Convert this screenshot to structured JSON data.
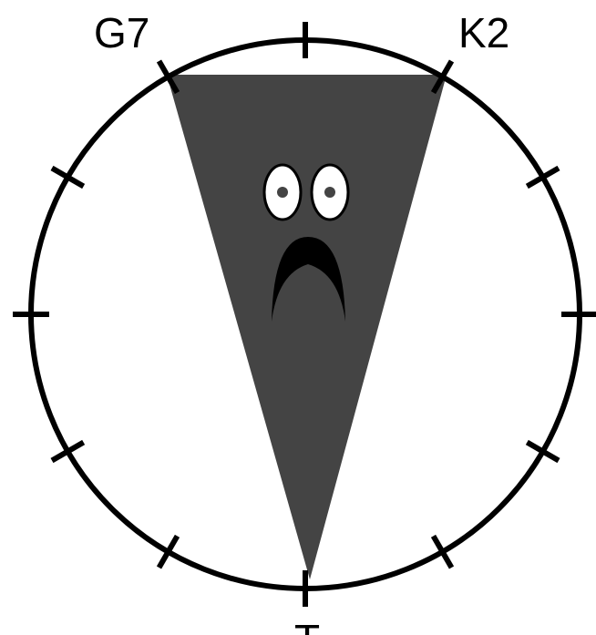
{
  "labels": {
    "top_left": "G7",
    "top_right": "K2",
    "bottom": "T"
  },
  "circle": {
    "tick_count": 12
  },
  "colors": {
    "stroke": "#000000",
    "triangle_fill": "#444444",
    "eye_white": "#ffffff",
    "pupil": "#444444",
    "mouth": "#000000",
    "background": "#ffffff"
  },
  "face": {
    "expression": "frown",
    "eyes": [
      "eye-left",
      "eye-right"
    ]
  }
}
